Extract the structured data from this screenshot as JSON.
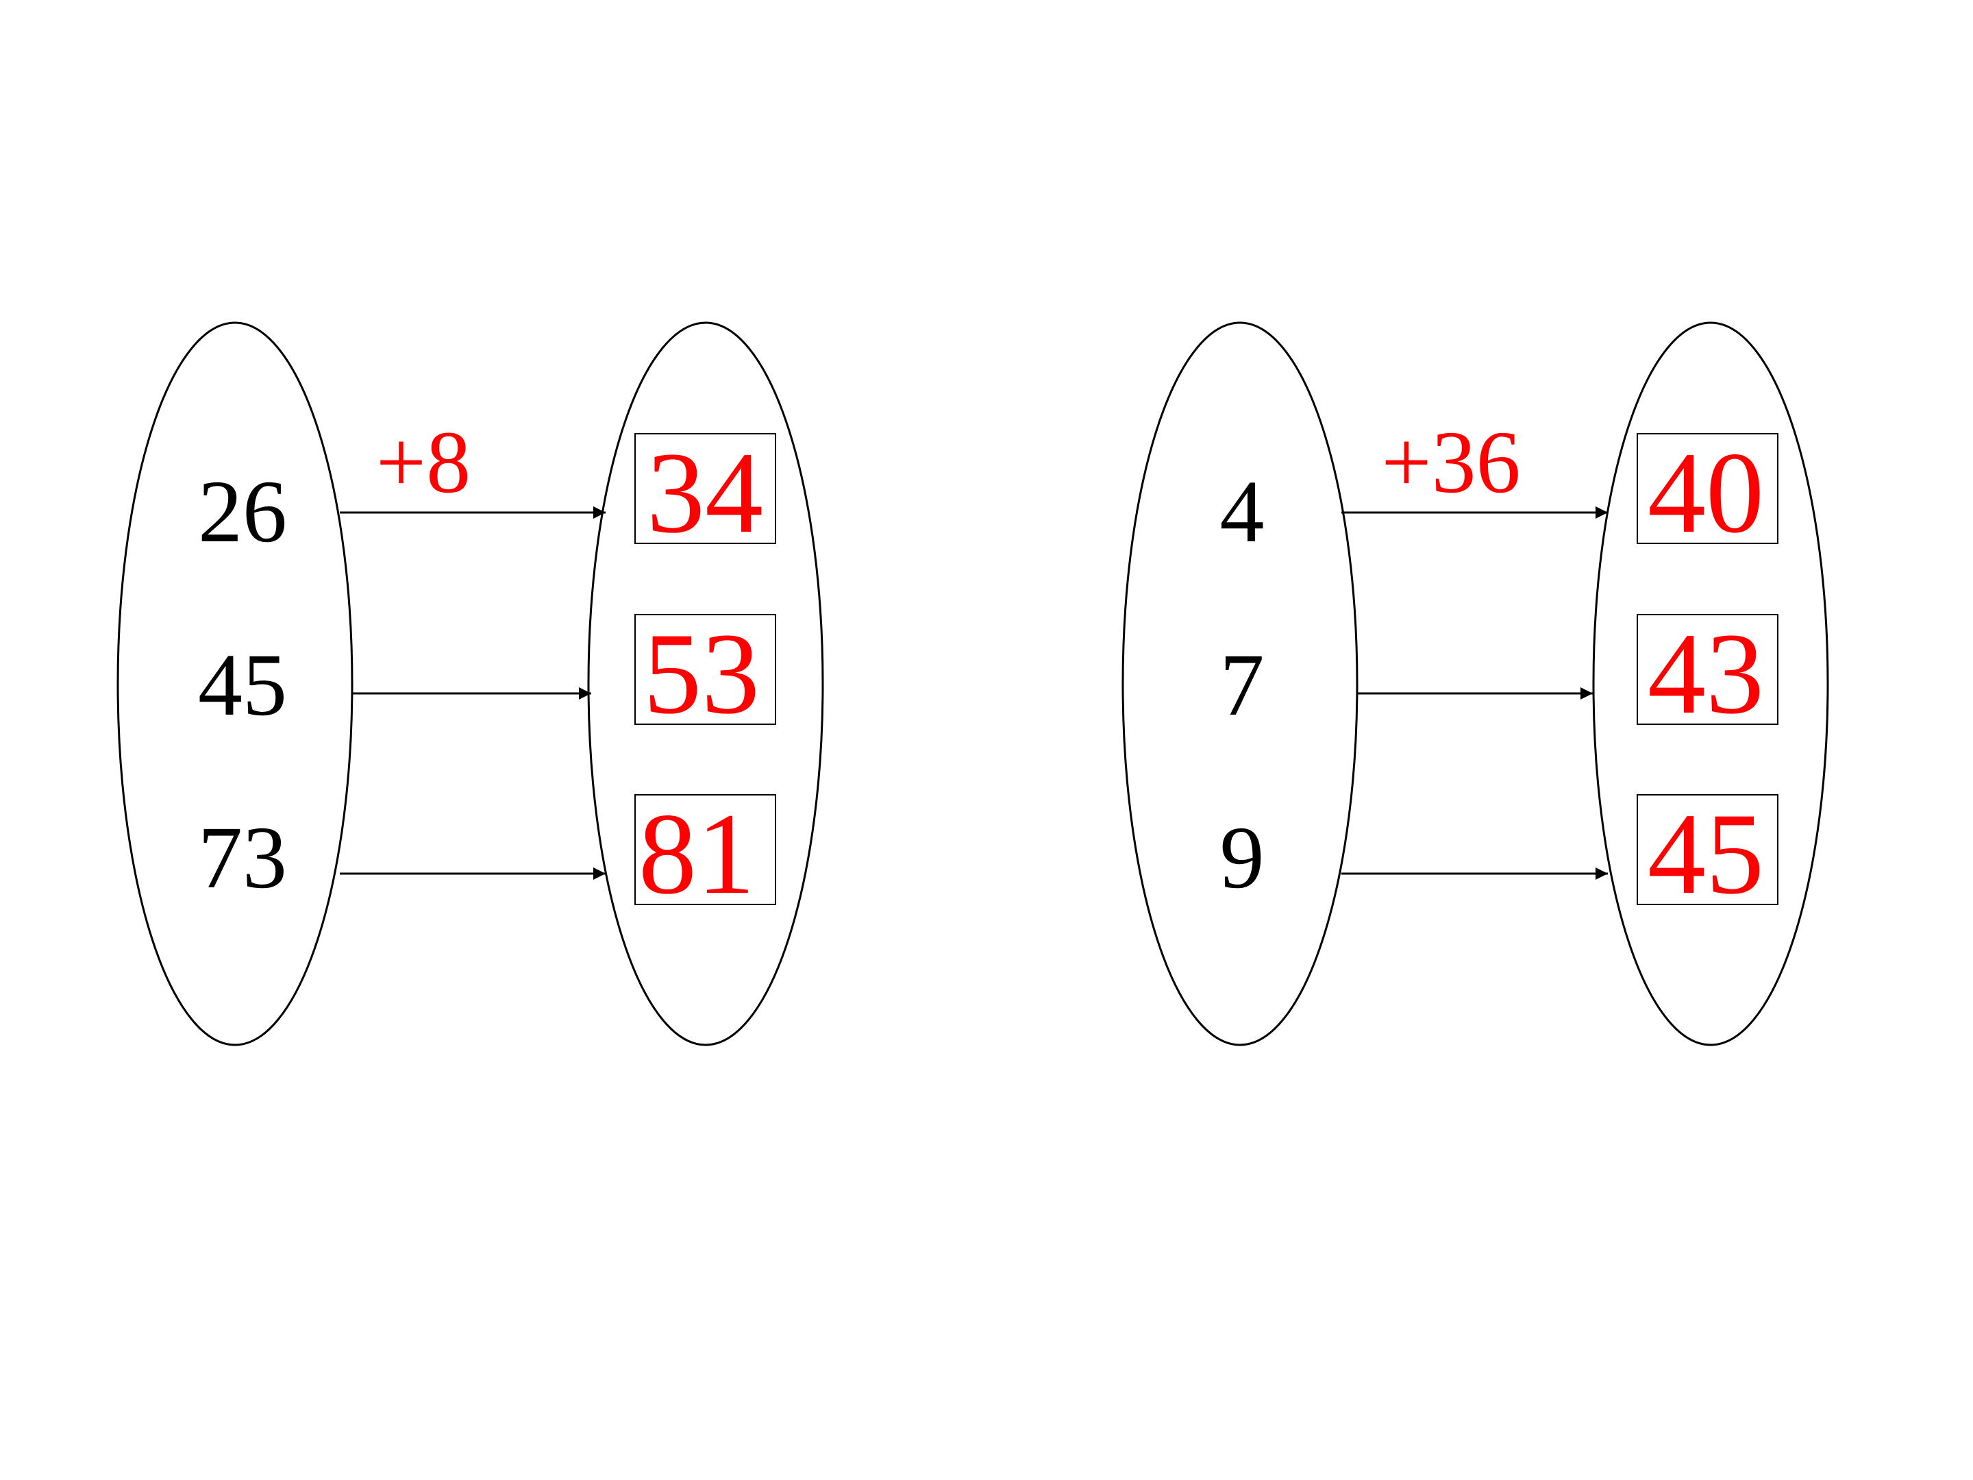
{
  "colors": {
    "ink": "#000000",
    "answer": "#ff0000",
    "background": "#ffffff"
  },
  "mappings": [
    {
      "operation": "+8",
      "inputs": [
        "26",
        "45",
        "73"
      ],
      "outputs": [
        "34",
        "53",
        "81"
      ]
    },
    {
      "operation": "+36",
      "inputs": [
        "4",
        "7",
        "9"
      ],
      "outputs": [
        "40",
        "43",
        "45"
      ]
    }
  ]
}
